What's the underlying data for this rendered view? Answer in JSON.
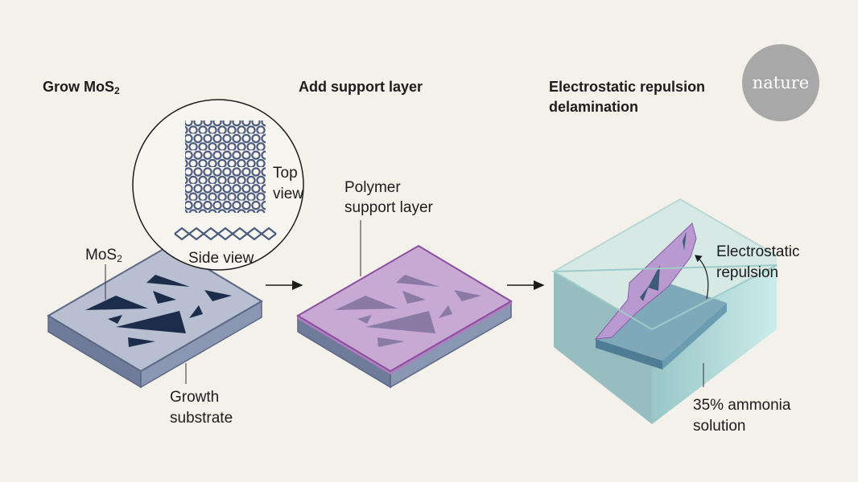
{
  "steps": {
    "grow": {
      "title_main": "Grow MoS",
      "title_sub": "2"
    },
    "support": {
      "title": "Add support layer"
    },
    "delaminate": {
      "title_line1": "Electrostatic repulsion",
      "title_line2": "delamination"
    }
  },
  "labels": {
    "mos2_main": "MoS",
    "mos2_sub": "2",
    "top_view_line1": "Top",
    "top_view_line2": "view",
    "side_view": "Side view",
    "growth_substrate_line1": "Growth",
    "growth_substrate_line2": "substrate",
    "polymer_line1": "Polymer",
    "polymer_line2": "support layer",
    "repulsion_line1": "Electrostatic",
    "repulsion_line2": "repulsion",
    "ammonia_line1": "35% ammonia",
    "ammonia_line2": "solution"
  },
  "logo": {
    "text": "nature"
  },
  "colors": {
    "background": "#f4f1ea",
    "substrate_top": "#b7bfd0",
    "substrate_side": "#7e8aa6",
    "mos2": "#1c2d4c",
    "polymer": "#c8a9d4",
    "solution": "#a9d6d6"
  }
}
